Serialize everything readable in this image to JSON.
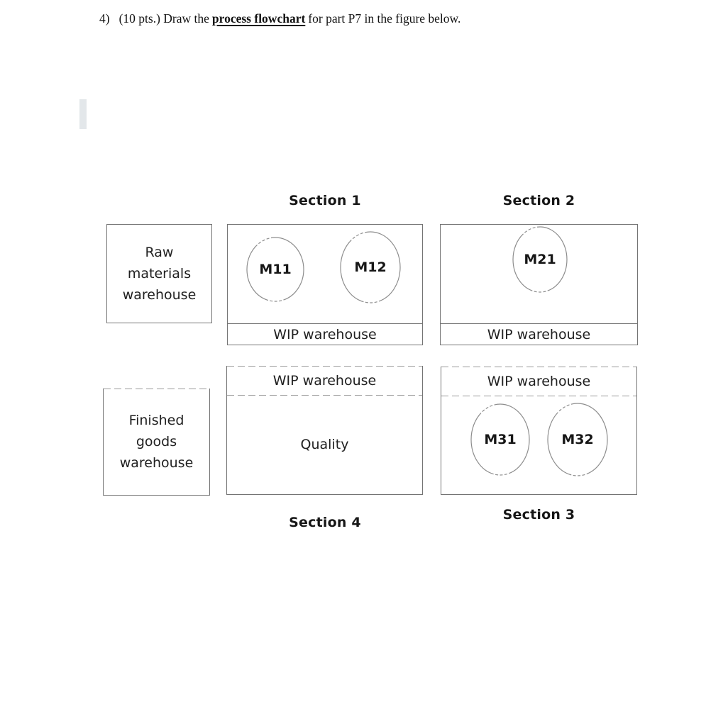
{
  "question": {
    "number": "4)",
    "lead": "(10 pts.) Draw the",
    "emphasis": "process flowchart",
    "tail": "for part P7 in the figure below."
  },
  "figure": {
    "sections": {
      "s1": "Section 1",
      "s2": "Section 2",
      "s3": "Section 3",
      "s4": "Section 4"
    },
    "machines": {
      "m11": "M11",
      "m12": "M12",
      "m21": "M21",
      "m31": "M31",
      "m32": "M32"
    },
    "wip_label": "WIP warehouse",
    "quality_label": "Quality",
    "raw_warehouse": {
      "l1": "Raw",
      "l2": "materials",
      "l3": "warehouse"
    },
    "finished_warehouse": {
      "l1": "Finished",
      "l2": "goods",
      "l3": "warehouse"
    }
  },
  "colors": {
    "border": "#747474",
    "dashed_border": "#9a9a9a",
    "text": "#1d1d1d",
    "accent_bar": "#e3e7ea",
    "background": "#ffffff"
  }
}
